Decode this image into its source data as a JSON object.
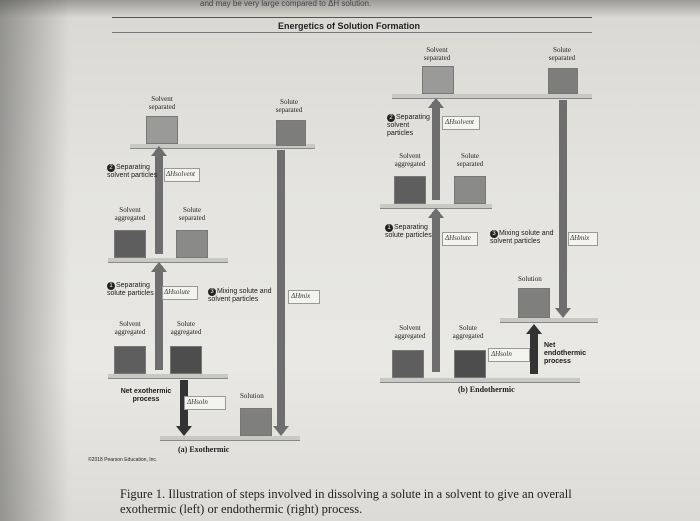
{
  "header": {
    "top_text": "and may be very large compared to ΔH solution.",
    "title": "Energetics of Solution Formation"
  },
  "labels": {
    "solvent_separated": "Solvent separated",
    "solute_separated": "Solute separated",
    "solvent_aggregated": "Solvent aggregated",
    "solute_aggregated": "Solute aggregated",
    "solution": "Solution",
    "step2": "Separating solvent particles",
    "step1": "Separating solute particles",
    "step3": "Mixing solute and solvent particles",
    "dh_solvent": "ΔHsolvent",
    "dh_solute": "ΔHsolute",
    "dh_mix": "ΔHmix",
    "dh_soln": "ΔHsoln",
    "net_exo": "Net exothermic process",
    "net_endo": "Net endothermic process",
    "caption_exo": "(a) Exothermic",
    "caption_endo": "(b) Endothermic",
    "copyright": "©2018 Pearson Education, Inc."
  },
  "figure_caption": "Figure 1. Illustration of steps involved in dissolving a solute in a solvent to give an overall exothermic (left) or endothermic (right) process.",
  "colors": {
    "arrow_gray": "#6e6e6e",
    "beaker_dark": "#5e5e5e",
    "platform": "#c9c9c4"
  }
}
